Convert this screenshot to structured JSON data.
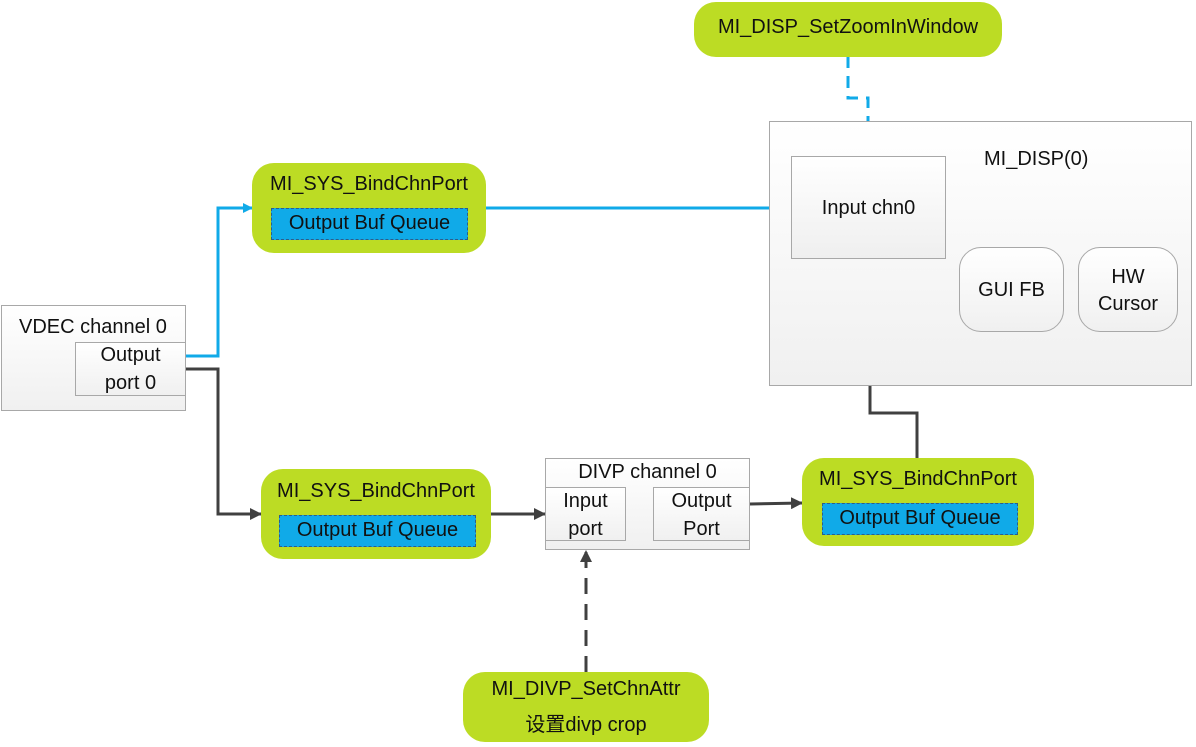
{
  "diagram": {
    "zoom_api": "MI_DISP_SetZoomInWindow",
    "disp": {
      "title": "MI_DISP(0)",
      "input_chn": "Input chn0",
      "gui_fb": "GUI FB",
      "hw_cursor": [
        "HW",
        "Cursor"
      ]
    },
    "vdec": {
      "title": "VDEC channel 0",
      "output_port": [
        "Output",
        "port 0"
      ]
    },
    "bind_top": {
      "title": "MI_SYS_BindChnPort",
      "queue": "Output Buf Queue"
    },
    "bind_mid": {
      "title": "MI_SYS_BindChnPort",
      "queue": "Output Buf Queue"
    },
    "bind_right": {
      "title": "MI_SYS_BindChnPort",
      "queue": "Output Buf Queue"
    },
    "divp": {
      "title": "DIVP channel 0",
      "input_port": [
        "Input",
        "port"
      ],
      "output_port": [
        "Output",
        "Port"
      ]
    },
    "divp_api": [
      "MI_DIVP_SetChnAttr",
      "设置divp crop"
    ],
    "colors": {
      "blue_link": "#10aae8",
      "dark_link": "#404040",
      "green": "#bcdc24"
    }
  }
}
